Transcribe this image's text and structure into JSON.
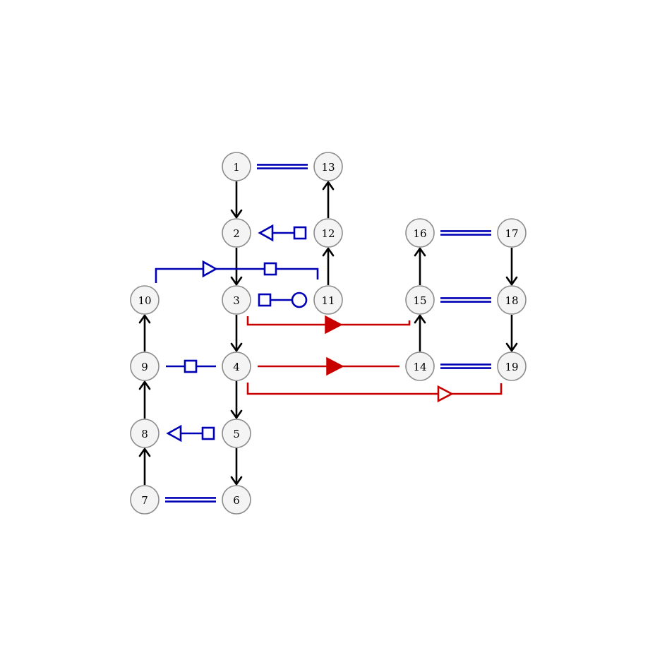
{
  "colors": {
    "node_fill": "#f4f4f4",
    "node_stroke": "#8c8c8c",
    "edge": "#000000",
    "blue": "#0000b4",
    "red": "#c80000"
  },
  "nodes": [
    {
      "id": "n1",
      "label": "1"
    },
    {
      "id": "n2",
      "label": "2"
    },
    {
      "id": "n3",
      "label": "3"
    },
    {
      "id": "n4",
      "label": "4"
    },
    {
      "id": "n5",
      "label": "5"
    },
    {
      "id": "n6",
      "label": "6"
    },
    {
      "id": "n7",
      "label": "7"
    },
    {
      "id": "n8",
      "label": "8"
    },
    {
      "id": "n9",
      "label": "9"
    },
    {
      "id": "n10",
      "label": "10"
    },
    {
      "id": "n11",
      "label": "11"
    },
    {
      "id": "n12",
      "label": "12"
    },
    {
      "id": "n13",
      "label": "13"
    },
    {
      "id": "n14",
      "label": "14"
    },
    {
      "id": "n15",
      "label": "15"
    },
    {
      "id": "n16",
      "label": "16"
    },
    {
      "id": "n17",
      "label": "17"
    },
    {
      "id": "n18",
      "label": "18"
    },
    {
      "id": "n19",
      "label": "19"
    }
  ],
  "directed_edges": [
    {
      "from": "1",
      "to": "2"
    },
    {
      "from": "2",
      "to": "3"
    },
    {
      "from": "3",
      "to": "4"
    },
    {
      "from": "4",
      "to": "5"
    },
    {
      "from": "5",
      "to": "6"
    },
    {
      "from": "7",
      "to": "8"
    },
    {
      "from": "8",
      "to": "9"
    },
    {
      "from": "9",
      "to": "10"
    },
    {
      "from": "11",
      "to": "12"
    },
    {
      "from": "12",
      "to": "13"
    },
    {
      "from": "14",
      "to": "15"
    },
    {
      "from": "15",
      "to": "16"
    },
    {
      "from": "17",
      "to": "18"
    },
    {
      "from": "18",
      "to": "19"
    }
  ],
  "double_line_links": [
    {
      "a": "1",
      "b": "13"
    },
    {
      "a": "7",
      "b": "6"
    },
    {
      "a": "16",
      "b": "17"
    },
    {
      "a": "15",
      "b": "18"
    },
    {
      "a": "14",
      "b": "19"
    }
  ],
  "blue_links": [
    {
      "a": "12",
      "b": "2",
      "ends": [
        "square",
        "hollow-triangle"
      ]
    },
    {
      "a": "3",
      "b": "11",
      "ends": [
        "square",
        "circle"
      ]
    },
    {
      "a": "4",
      "b": "9",
      "ends": [
        "square"
      ]
    },
    {
      "a": "5",
      "b": "8",
      "ends": [
        "square",
        "hollow-triangle"
      ]
    },
    {
      "a": "10",
      "b": "11",
      "ends": [
        "hollow-triangle",
        "square"
      ]
    }
  ],
  "red_links": [
    {
      "a": "4",
      "b": "14",
      "marker": "filled-triangle"
    },
    {
      "a": "3",
      "b": "15",
      "marker": "filled-triangle"
    },
    {
      "a": "4",
      "b": "19",
      "marker": "hollow-triangle"
    }
  ]
}
